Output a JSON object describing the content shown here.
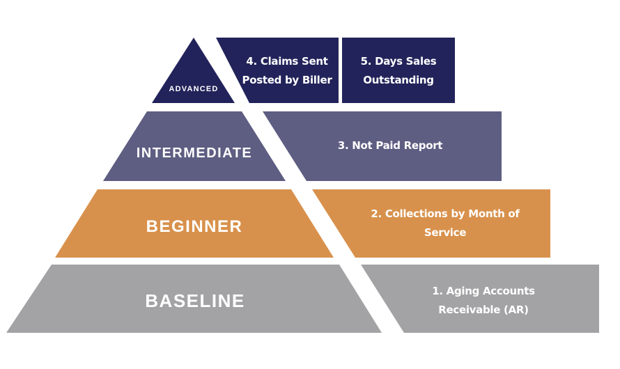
{
  "tiers": [
    {
      "label": "ADVANCED",
      "color": "#22235a"
    },
    {
      "label": "INTERMEDIATE",
      "color": "#5e5d82"
    },
    {
      "label": "BEGINNER",
      "color": "#d8914c"
    },
    {
      "label": "BASELINE",
      "color": "#a3a2a4"
    }
  ],
  "metrics": [
    {
      "label": "4. Claims Sent Posted by Biller",
      "tier": "ADVANCED"
    },
    {
      "label": "5. Days Sales Outstanding",
      "tier": "ADVANCED"
    },
    {
      "label": "3. Not Paid Report",
      "tier": "INTERMEDIATE"
    },
    {
      "label": "2. Collections by Month of Service",
      "tier": "BEGINNER"
    },
    {
      "label": "1. Aging Accounts Receivable (AR)",
      "tier": "BASELINE"
    }
  ]
}
